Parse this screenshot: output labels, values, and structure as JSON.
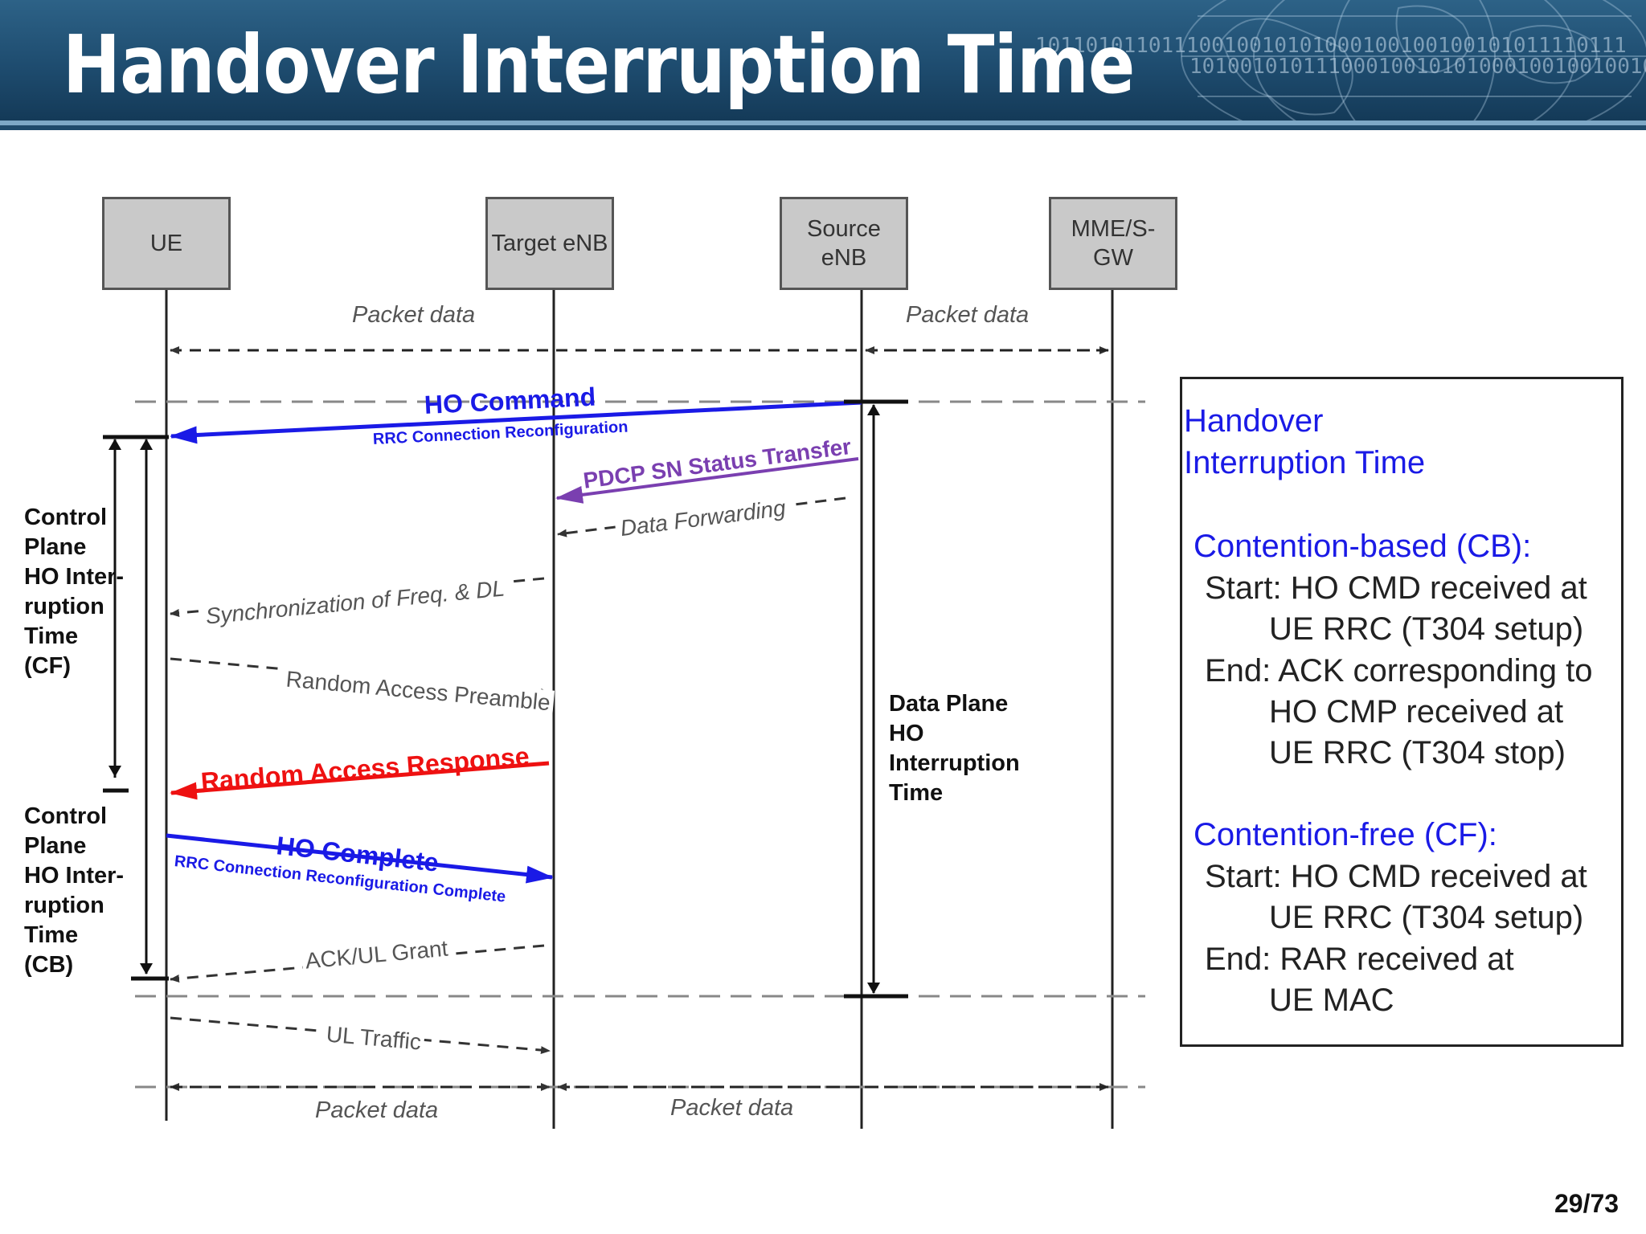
{
  "title": "Handover Interruption Time",
  "header_decoration": {
    "binary_row1": "10110101101110010010101000100100100101011110111",
    "binary_row2": "101001010111000100101010001001001001010"
  },
  "entities": [
    {
      "id": "ue",
      "label": "UE"
    },
    {
      "id": "target",
      "label": "Target eNB"
    },
    {
      "id": "source",
      "label": "Source\neNB"
    },
    {
      "id": "mme",
      "label": "MME/S-\nGW"
    }
  ],
  "messages": {
    "packet_data_top_left": "Packet data",
    "packet_data_top_right": "Packet data",
    "ho_command": "HO Command",
    "ho_command_sub": "RRC Connection Reconfiguration",
    "pdcp": "PDCP SN Status Transfer",
    "data_forwarding": "Data Forwarding",
    "sync": "Synchronization of Freq. & DL",
    "ra_preamble": "Random Access Preamble",
    "ra_response": "Random Access Response",
    "ho_complete": "HO Complete",
    "ho_complete_sub": "RRC Connection Reconfiguration Complete",
    "ack_grant": "ACK/UL Grant",
    "ul_traffic": "UL Traffic",
    "packet_data_bottom_left": "Packet data",
    "packet_data_bottom_right": "Packet data"
  },
  "side_labels": {
    "cp_cf": "Control\nPlane\nHO Inter-\nruption\nTime\n(CF)",
    "cp_cb": "Control\nPlane\nHO Inter-\nruption\nTime\n(CB)",
    "data_plane": "Data Plane\nHO\nInterruption\nTime"
  },
  "info_box": {
    "title_line1": "Handover",
    "title_line2": "Interruption Time",
    "cb_heading": "Contention-based (CB):",
    "cb_start_1": "Start: HO CMD received at",
    "cb_start_2": "UE RRC (T304 setup)",
    "cb_end_1": "End: ACK corresponding to",
    "cb_end_2": "HO CMP received at",
    "cb_end_3": "UE RRC (T304 stop)",
    "cf_heading": "Contention-free (CF):",
    "cf_start_1": "Start: HO CMD received at",
    "cf_start_2": "UE RRC (T304 setup)",
    "cf_end_1": "End: RAR received at",
    "cf_end_2": "UE MAC"
  },
  "colors": {
    "blue": "#1a1ae6",
    "purple": "#7a3fb0",
    "red": "#ee1111",
    "dashed_gray": "#555555"
  },
  "page_number": "29/73"
}
